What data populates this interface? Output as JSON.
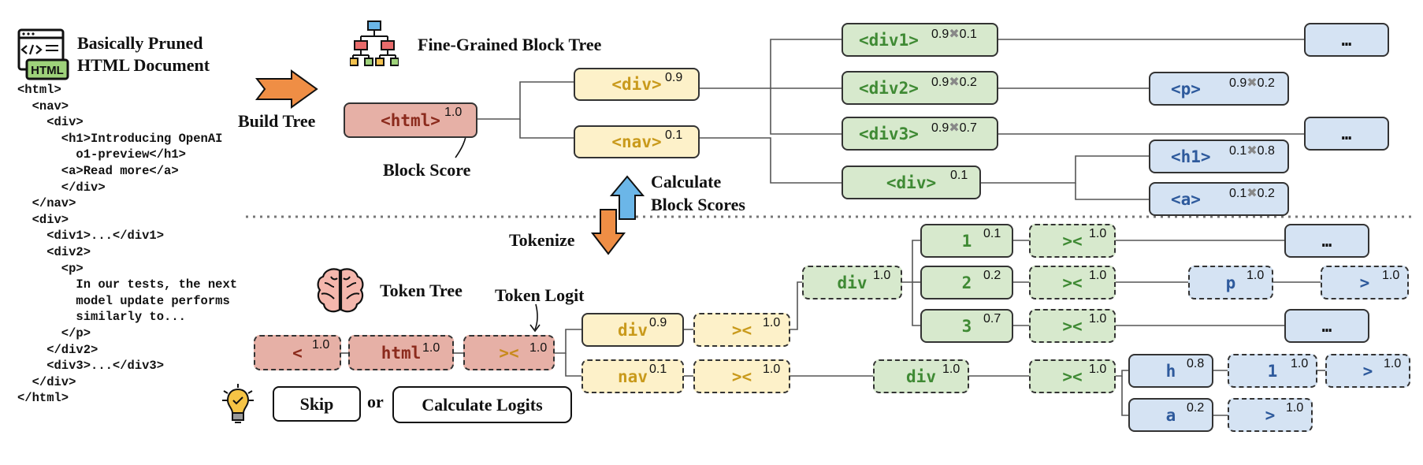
{
  "doc": {
    "title_line1": "Basically Pruned",
    "title_line2": "HTML Document",
    "icon_text": "HTML",
    "code_lines": [
      "<html>",
      "  <nav>",
      "    <div>",
      "      <h1>Introducing OpenAI",
      "        o1-preview</h1>",
      "      <a>Read more</a>",
      "      </div>",
      "  </nav>",
      "  <div>",
      "    <div1>...</div1>",
      "    <div2>",
      "      <p>",
      "        In our tests, the next",
      "        model update performs",
      "        similarly to...",
      "      </p>",
      "    </div2>",
      "    <div3>...</div3>",
      "  </div>",
      "</html>"
    ]
  },
  "labels": {
    "build_tree": "Build Tree",
    "fine_grained": "Fine-Grained Block Tree",
    "block_score": "Block Score",
    "calc_line1": "Calculate",
    "calc_line2": "Block Scores",
    "tokenize": "Tokenize",
    "token_tree": "Token Tree",
    "token_logit": "Token Logit",
    "or_text": "or",
    "skip": "Skip",
    "calc_logits": "Calculate Logits"
  },
  "block_tree": {
    "html": {
      "tag": "<html>",
      "score": "1.0"
    },
    "div": {
      "tag": "<div>",
      "score": "0.9"
    },
    "nav": {
      "tag": "<nav>",
      "score": "0.1"
    },
    "div1": {
      "tag": "<div1>",
      "score": "0.9✖0.1"
    },
    "div2": {
      "tag": "<div2>",
      "score": "0.9✖0.2"
    },
    "div3": {
      "tag": "<div3>",
      "score": "0.9✖0.7"
    },
    "div_n": {
      "tag": "<div>",
      "score": "0.1"
    },
    "ell1": {
      "tag": "…"
    },
    "p": {
      "tag": "<p>",
      "score": "0.9✖0.2"
    },
    "ell2": {
      "tag": "…"
    },
    "h1": {
      "tag": "<h1>",
      "score": "0.1✖0.8"
    },
    "a": {
      "tag": "<a>",
      "score": "0.1✖0.2"
    }
  },
  "token_tree": {
    "lt": {
      "tag": "<",
      "score": "1.0"
    },
    "html": {
      "tag": "html",
      "score": "1.0"
    },
    "gt_html": {
      "tag": "><",
      "score": "1.0"
    },
    "div": {
      "tag": "div",
      "score": "0.9"
    },
    "gt_div": {
      "tag": "><",
      "score": "1.0"
    },
    "nav": {
      "tag": "nav",
      "score": "0.1"
    },
    "gt_nav": {
      "tag": "><",
      "score": "1.0"
    },
    "div_u": {
      "tag": "div",
      "score": "1.0"
    },
    "n1": {
      "tag": "1",
      "score": "0.1"
    },
    "n2": {
      "tag": "2",
      "score": "0.2"
    },
    "n3": {
      "tag": "3",
      "score": "0.7"
    },
    "gt1": {
      "tag": "><",
      "score": "1.0"
    },
    "gt2": {
      "tag": "><",
      "score": "1.0"
    },
    "gt3": {
      "tag": "><",
      "score": "1.0"
    },
    "ell1": {
      "tag": "…"
    },
    "p": {
      "tag": "p",
      "score": "1.0"
    },
    "gt_p": {
      "tag": ">",
      "score": "1.0"
    },
    "ell3": {
      "tag": "…"
    },
    "div_l": {
      "tag": "div",
      "score": "1.0"
    },
    "gt_dl": {
      "tag": "><",
      "score": "1.0"
    },
    "h": {
      "tag": "h",
      "score": "0.8"
    },
    "one": {
      "tag": "1",
      "score": "1.0"
    },
    "gt_h": {
      "tag": ">",
      "score": "1.0"
    },
    "a": {
      "tag": "a",
      "score": "0.2"
    },
    "gt_a": {
      "tag": ">",
      "score": "1.0"
    }
  },
  "colors": {
    "red_fill": "#e6b0a6",
    "red_text": "#8b2a1c",
    "yellow_fill": "#fdf1c9",
    "yellow_text": "#c99a1c",
    "green_fill": "#d7e9cd",
    "green_text": "#3f8a34",
    "blue_fill": "#d5e3f3",
    "blue_text": "#2e5a9c",
    "arrow_orange": "#ef8e45",
    "arrow_blue": "#6bb6e8"
  }
}
